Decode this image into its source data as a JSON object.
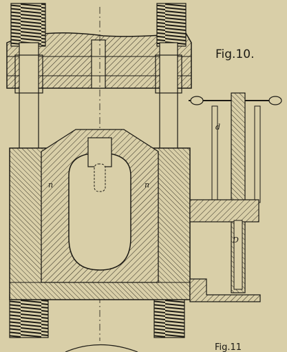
{
  "figure": {
    "caption": "Fig.10.",
    "caption_partial_bottom": "Fig.11",
    "ink_color": "#1c1a14",
    "paper_color": "#d9cfa8"
  },
  "annotations": {
    "left_mark": "n",
    "right_mark": "n",
    "upper_valve_mark": "d",
    "lower_valve_mark": "D"
  }
}
